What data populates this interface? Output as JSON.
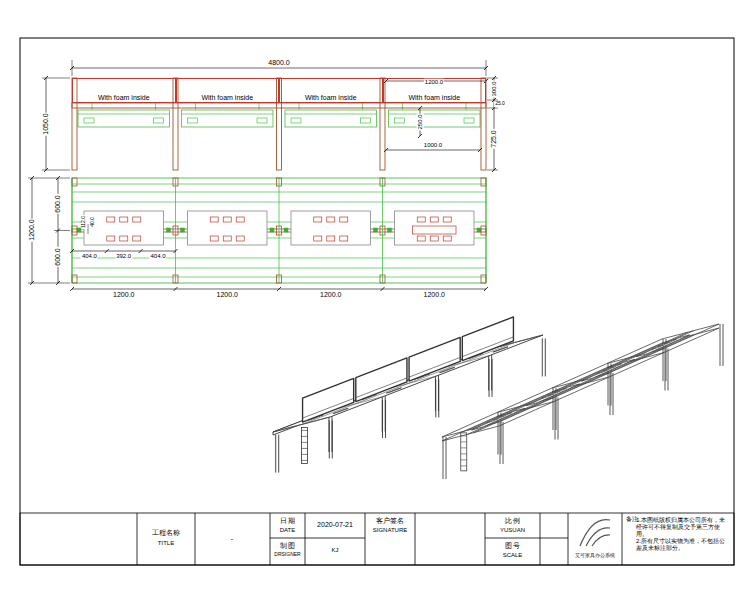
{
  "diagram": {
    "nodes": [
      {
        "text": [
          "With foam inside"
        ]
      },
      {
        "text": [
          "With foam inside"
        ]
      },
      {
        "text": [
          "With foam inside"
        ]
      },
      {
        "text": [
          "With foam inside"
        ]
      }
    ],
    "labels": [
      "4800.0",
      "1200.0",
      "300.0",
      "25.0",
      "1050.0",
      "250.0",
      "725.0",
      "1000.0",
      "1200.0",
      "600.0",
      "600.0",
      "112.0",
      "40.0",
      "404.0",
      "392.0",
      "404.0",
      "1200.0",
      "1200.0",
      "1200.0",
      "1200.0",
      "工程名称",
      "TITLE",
      "-",
      "日 期",
      "DATE",
      "2020-07-21",
      "制 图",
      "DRSIGNER",
      "KJ",
      "客户签名",
      "SIGNATURE",
      "比 例",
      "YUSUAN",
      "图 号",
      "SCALE",
      "艾可家具办公系统",
      "备注:",
      "1.本图纸版权归属本公司所有，未经许可不得复制及交予第三方使用。",
      "2.所有尺寸以实物为准，不包括公差及未标注部分。"
    ]
  }
}
